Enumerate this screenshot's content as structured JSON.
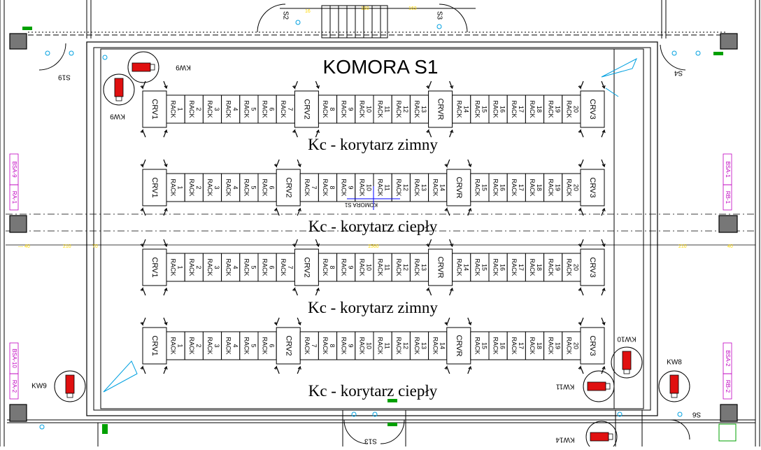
{
  "title": "KOMORA S1",
  "center_note": "KOMORA S1",
  "corridors": [
    "Kc - korytarz zimny",
    "Kc - korytarz ciepły",
    "Kc - korytarz zimny",
    "Kc - korytarz ciepły"
  ],
  "rack_label": "RACK",
  "rows": [
    {
      "units": [
        "CRV1",
        "1",
        "2",
        "3",
        "4",
        "5",
        "6",
        "7",
        "CRV2",
        "8",
        "9",
        "10",
        "11",
        "12",
        "13",
        "CRVR",
        "14",
        "15",
        "16",
        "17",
        "18",
        "19",
        "20",
        "CRV3"
      ]
    },
    {
      "units": [
        "CRV1",
        "1",
        "2",
        "3",
        "4",
        "5",
        "6",
        "CRV2",
        "7",
        "8",
        "9",
        "10",
        "11",
        "12",
        "13",
        "14",
        "CRVR",
        "15",
        "16",
        "17",
        "18",
        "19",
        "20",
        "CRV3"
      ]
    },
    {
      "units": [
        "CRV1",
        "1",
        "2",
        "3",
        "4",
        "5",
        "6",
        "7",
        "CRV2",
        "8",
        "9",
        "10",
        "11",
        "12",
        "13",
        "CRVR",
        "14",
        "15",
        "16",
        "17",
        "18",
        "19",
        "20",
        "CRV3"
      ]
    },
    {
      "units": [
        "CRV1",
        "1",
        "2",
        "3",
        "4",
        "5",
        "6",
        "CRV2",
        "7",
        "8",
        "9",
        "10",
        "11",
        "12",
        "13",
        "14",
        "CRVR",
        "15",
        "16",
        "17",
        "18",
        "19",
        "20",
        "CRV3"
      ]
    }
  ],
  "doors": [
    "S19",
    "S2",
    "S3",
    "S4",
    "S13",
    "S6"
  ],
  "cameras": [
    "KW9",
    "KW9",
    "KW9",
    "KW10",
    "KW11",
    "KW8",
    "KW14"
  ],
  "side_labels": [
    "BSA-9",
    "RA-1",
    "BSA-1",
    "RB-1",
    "BSA-10",
    "RA-2",
    "BSA-2",
    "RB-2"
  ],
  "colors": {
    "line": "#000000",
    "dim": "#ffd800",
    "purple": "#c000c0",
    "cyan": "#00a0e0",
    "red": "#e01010",
    "green": "#00a000",
    "blue": "#0000ff"
  }
}
